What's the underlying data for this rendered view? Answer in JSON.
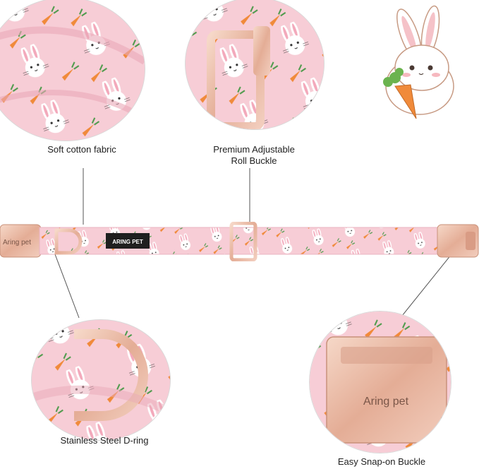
{
  "captions": {
    "fabric": "Soft cotton fabric",
    "buckle_line1": "Premium Adjustable",
    "buckle_line2": "Roll Buckle",
    "dring": "Stainless Steel D-ring",
    "snap": "Easy Snap-on Buckle"
  },
  "brand": {
    "tag_text": "ARING PET",
    "buckle_engraving": "Aring pet"
  },
  "colors": {
    "fabric_pink": "#f6c9d2",
    "rose_gold": "#e9b9a4",
    "carrot": "#f08a3a",
    "leaf": "#4c9a4a"
  },
  "icons": [
    "bunny-icon",
    "carrot-icon"
  ]
}
